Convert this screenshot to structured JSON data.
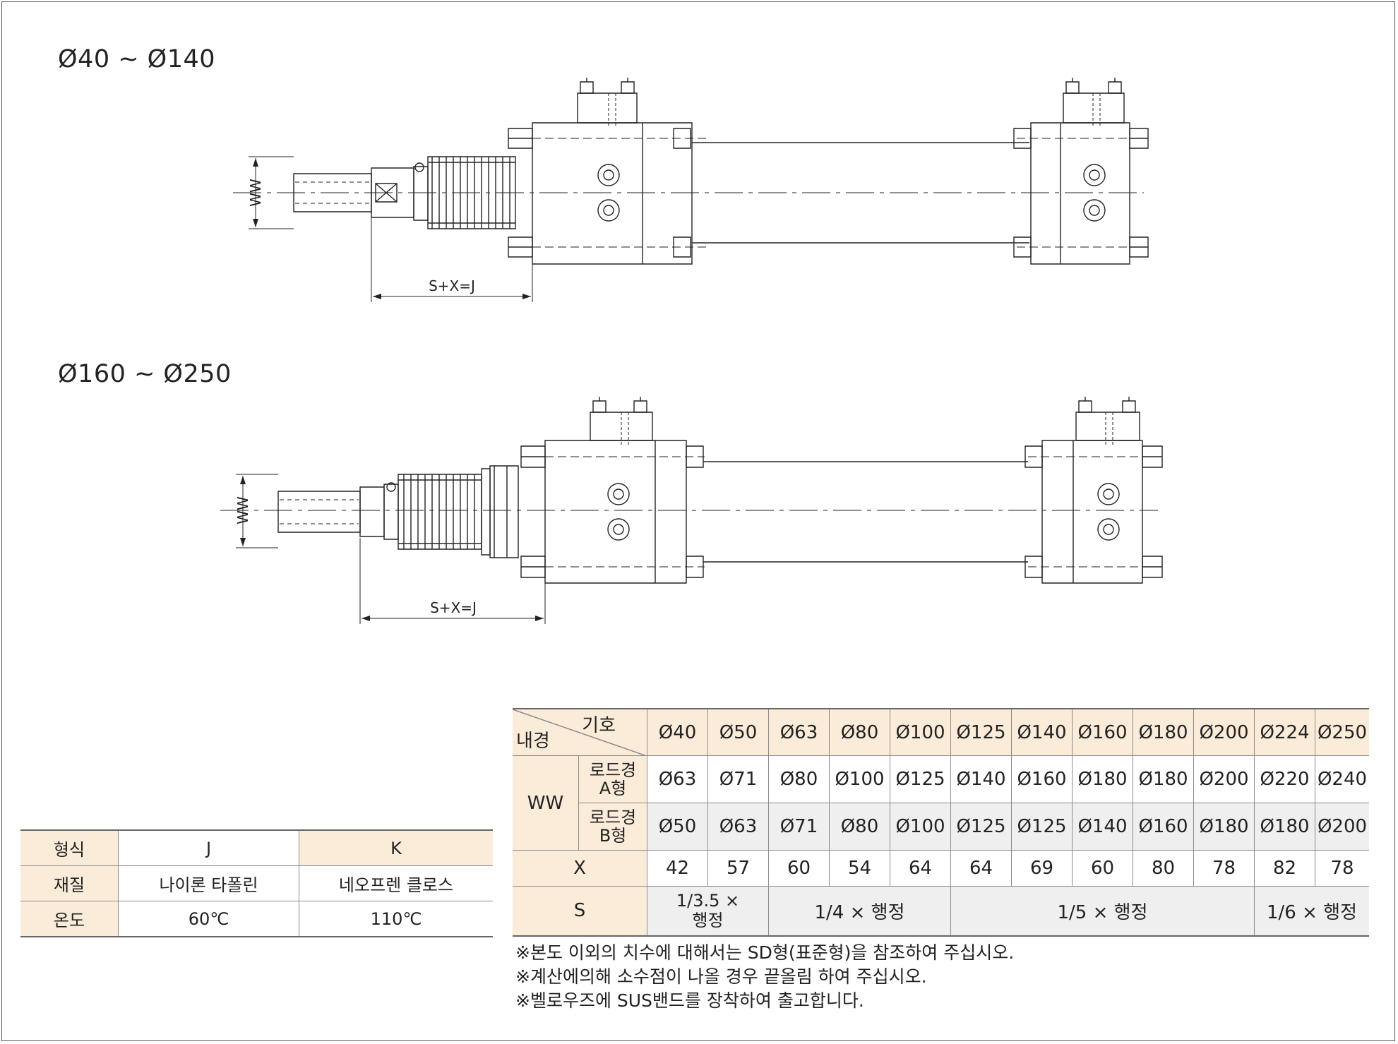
{
  "diagram1": {
    "title": "Ø40 ~ Ø140",
    "ww_label": "WW",
    "dim_label": "S+X=J"
  },
  "diagram2": {
    "title": "Ø160 ~ Ø250",
    "ww_label": "WW",
    "dim_label": "S+X=J"
  },
  "material_table": {
    "headers": [
      "형식",
      "J",
      "K"
    ],
    "rows": [
      [
        "재질",
        "나이론 타폴린",
        "네오프렌 클로스"
      ],
      [
        "온도",
        "60℃",
        "110℃"
      ]
    ]
  },
  "dimension_table": {
    "corner_top": "기호",
    "corner_bottom": "내경",
    "bores": [
      "Ø40",
      "Ø50",
      "Ø63",
      "Ø80",
      "Ø100",
      "Ø125",
      "Ø140",
      "Ø160",
      "Ø180",
      "Ø200",
      "Ø224",
      "Ø250"
    ],
    "ww_label": "WW",
    "rod_a_label_1": "로드경",
    "rod_a_label_2": "A형",
    "rod_a": [
      "Ø63",
      "Ø71",
      "Ø80",
      "Ø100",
      "Ø125",
      "Ø140",
      "Ø160",
      "Ø180",
      "Ø180",
      "Ø200",
      "Ø220",
      "Ø240"
    ],
    "rod_b_label_1": "로드경",
    "rod_b_label_2": "B형",
    "rod_b": [
      "Ø50",
      "Ø63",
      "Ø71",
      "Ø80",
      "Ø100",
      "Ø125",
      "Ø125",
      "Ø140",
      "Ø160",
      "Ø180",
      "Ø180",
      "Ø200"
    ],
    "x_label": "X",
    "x_values": [
      42,
      57,
      60,
      54,
      64,
      64,
      69,
      60,
      80,
      78,
      82,
      78
    ],
    "s_label": "S",
    "s_groups": [
      {
        "line1": "1/3.5 ×",
        "line2": "행정",
        "span": 2
      },
      {
        "text": "1/4 × 행정",
        "span": 3
      },
      {
        "text": "1/5 × 행정",
        "span": 5
      },
      {
        "text": "1/6 × 행정",
        "span": 2
      }
    ]
  },
  "notes": [
    "※본도 이외의 치수에 대해서는 SD형(표준형)을 참조하여 주십시오.",
    "※계산에의해 소수점이 나올 경우 끝올림 하여 주십시오.",
    "※벨로우즈에 SUS밴드를 장착하여 출고합니다."
  ]
}
